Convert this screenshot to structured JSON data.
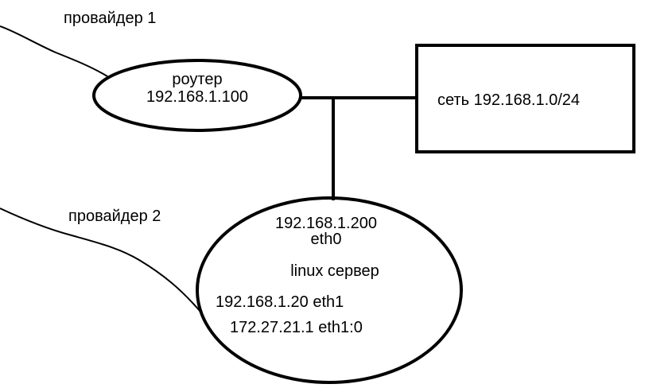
{
  "labels": {
    "provider1": "провайдер 1",
    "provider2": "провайдер 2",
    "router_name": "роутер",
    "router_ip": "192.168.1.100",
    "network": "сеть 192.168.1.0/24",
    "server_eth0_ip": "192.168.1.200",
    "server_eth0_if": "eth0",
    "server_name": "linux сервер",
    "server_eth1": "192.168.1.20 eth1",
    "server_eth1_alias": "172.27.21.1 eth1:0"
  },
  "colors": {
    "stroke": "#000000",
    "background": "#ffffff"
  }
}
